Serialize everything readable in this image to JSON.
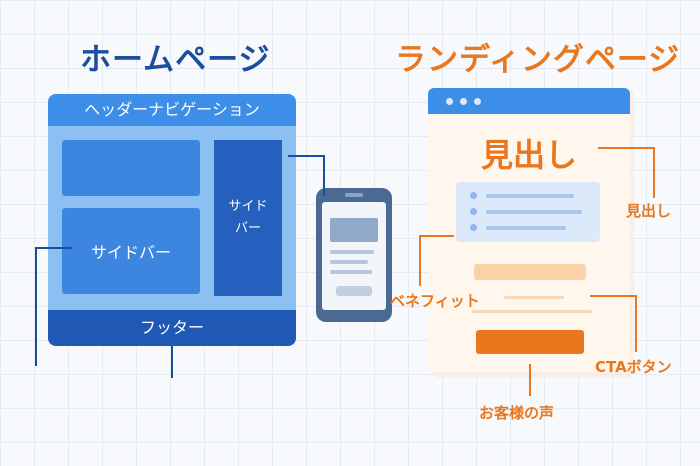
{
  "homepage": {
    "title": "ホームページ",
    "header_label": "ヘッダーナビゲーション",
    "sidebar_left_label": "サイドバー",
    "sidebar_right_label": "サイド\nバー",
    "footer_label": "フッター"
  },
  "landing_page": {
    "title": "ランディングページ",
    "heading_text": "見出し",
    "callouts": {
      "heading": "見出し",
      "benefit": "ベネフィット",
      "cta": "CTAボタン",
      "testimonial": "お客様の声"
    }
  },
  "colors": {
    "home_blue": "#1d4e9e",
    "primary_blue": "#3d8ee8",
    "accent_orange": "#e9771e",
    "phone_body": "#4a6a93"
  }
}
